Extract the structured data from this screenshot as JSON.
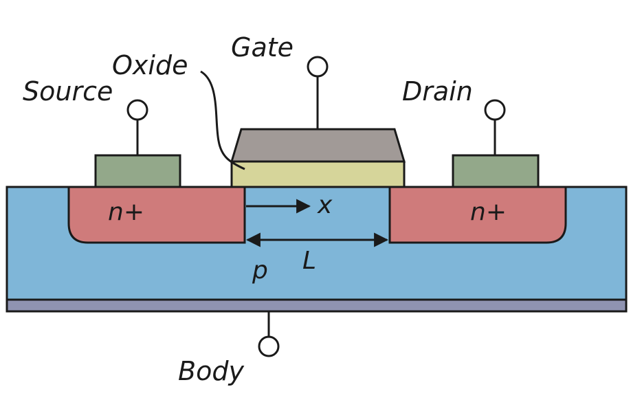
{
  "labels": {
    "gate": "Gate",
    "oxide": "Oxide",
    "source": "Source",
    "drain": "Drain",
    "body": "Body",
    "source_region": "n+",
    "drain_region": "n+",
    "x_axis": "x",
    "channel_length": "L",
    "substrate": "p"
  },
  "colors": {
    "substrate": "#7fb6d8",
    "n_plus": "#cf7b7b",
    "gate_metal": "#a19a97",
    "oxide": "#d6d59a",
    "contact": "#93a88a",
    "body_contact": "#8f93b1",
    "line": "#1a1a1a"
  },
  "icons": {
    "terminal": "terminal-circle-icon",
    "arrow": "arrow-right-icon",
    "double_arrow": "double-arrow-icon"
  }
}
